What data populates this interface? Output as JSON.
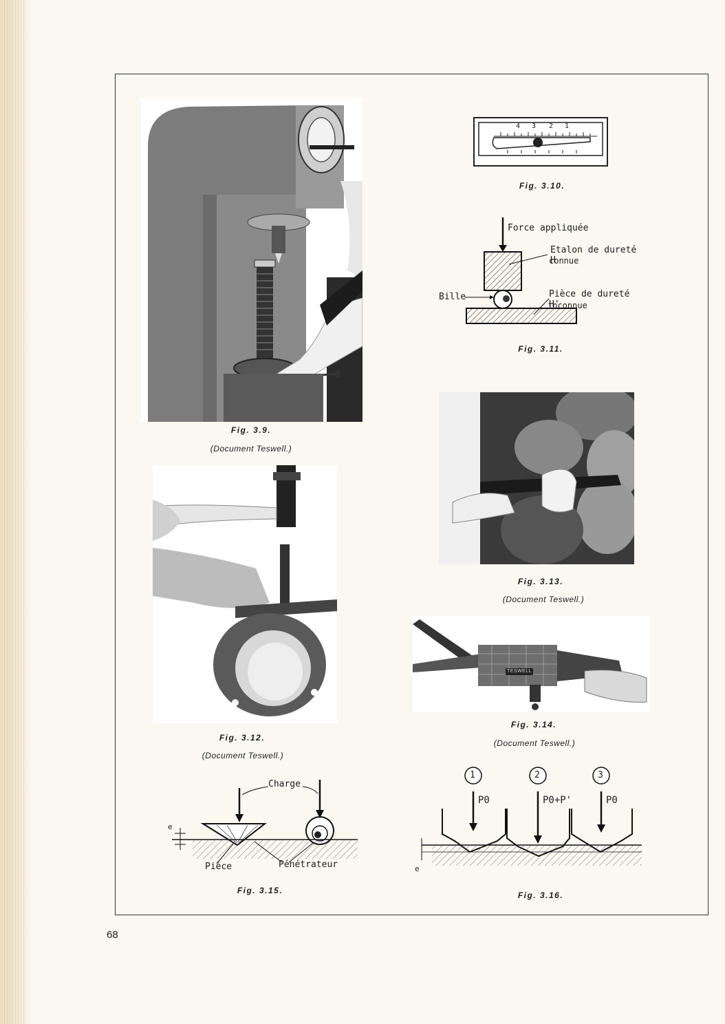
{
  "page": {
    "number": "68"
  },
  "figures": {
    "f3_9": {
      "label": "Fig. 3.9.",
      "source": "(Document Teswell.)"
    },
    "f3_10": {
      "label": "Fig. 3.10.",
      "scale_ticks": [
        "4",
        "3",
        "2",
        "1"
      ]
    },
    "f3_11": {
      "label": "Fig. 3.11.",
      "force": "Force appliquée",
      "etalon_l1": "Etalon de dureté H",
      "etalon_l2": "connue",
      "piece_l1": "Pièce de dureté H'",
      "piece_l2": "inconnue",
      "bille": "Bille"
    },
    "f3_12": {
      "label": "Fig. 3.12.",
      "source": "(Document Teswell.)"
    },
    "f3_13": {
      "label": "Fig. 3.13.",
      "source": "(Document Teswell.)"
    },
    "f3_14": {
      "label": "Fig. 3.14.",
      "source": "(Document Teswell.)",
      "brand": "TESWELL"
    },
    "f3_15": {
      "label": "Fig. 3.15.",
      "charge": "Charge",
      "piece": "Pièce",
      "penetrateur": "Pénétrateur",
      "depth": "e"
    },
    "f3_16": {
      "label": "Fig. 3.16.",
      "steps": [
        "1",
        "2",
        "3"
      ],
      "loads": [
        "P0",
        "P0+P'",
        "P0"
      ],
      "depth": "e"
    }
  }
}
